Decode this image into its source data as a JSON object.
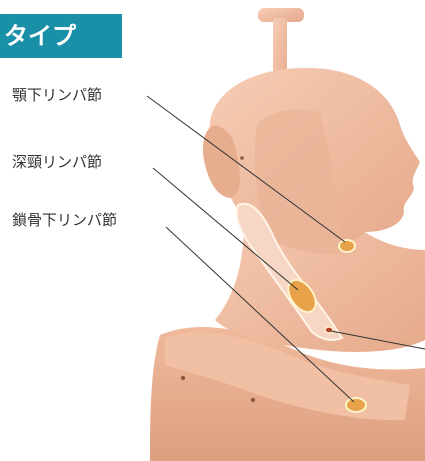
{
  "title": "タイプ",
  "labels": [
    {
      "text": "顎下リンパ節"
    },
    {
      "text": "深頸リンパ節"
    },
    {
      "text": "鎖骨下リンパ節"
    }
  ],
  "colors": {
    "banner": "#1a8fa8",
    "skin": "#f2c1a6",
    "skin_shadow": "#e3a98b",
    "node_fill": "#e8a24a",
    "node_outline": "#fff4c8",
    "leader": "#333333"
  },
  "icons": [
    "head-torso-mannequin"
  ]
}
